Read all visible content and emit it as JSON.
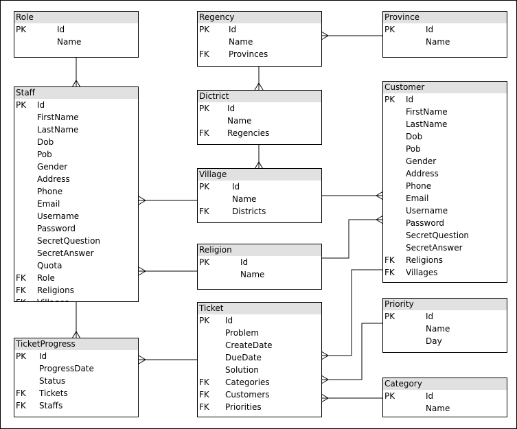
{
  "entities": [
    {
      "id": "role",
      "title": "Role",
      "rows": [
        {
          "key": "PK",
          "name": "Id"
        },
        {
          "key": "",
          "name": "Name"
        }
      ]
    },
    {
      "id": "regency",
      "title": "Regency",
      "rows": [
        {
          "key": "PK",
          "name": "Id"
        },
        {
          "key": "",
          "name": "Name"
        },
        {
          "key": "FK",
          "name": "Provinces"
        }
      ]
    },
    {
      "id": "province",
      "title": "Province",
      "rows": [
        {
          "key": "PK",
          "name": "Id"
        },
        {
          "key": "",
          "name": "Name"
        }
      ]
    },
    {
      "id": "staff",
      "title": "Staff",
      "rows": [
        {
          "key": "PK",
          "name": "Id"
        },
        {
          "key": "",
          "name": "FirstName"
        },
        {
          "key": "",
          "name": "LastName"
        },
        {
          "key": "",
          "name": "Dob"
        },
        {
          "key": "",
          "name": "Pob"
        },
        {
          "key": "",
          "name": "Gender"
        },
        {
          "key": "",
          "name": "Address"
        },
        {
          "key": "",
          "name": "Phone"
        },
        {
          "key": "",
          "name": "Email"
        },
        {
          "key": "",
          "name": "Username"
        },
        {
          "key": "",
          "name": "Password"
        },
        {
          "key": "",
          "name": "SecretQuestion"
        },
        {
          "key": "",
          "name": "SecretAnswer"
        },
        {
          "key": "",
          "name": "Quota"
        },
        {
          "key": "FK",
          "name": "Role"
        },
        {
          "key": "FK",
          "name": "Religions"
        },
        {
          "key": "FK",
          "name": "Villages"
        }
      ]
    },
    {
      "id": "district",
      "title": "Dictrict",
      "rows": [
        {
          "key": "PK",
          "name": "Id"
        },
        {
          "key": "",
          "name": "Name"
        },
        {
          "key": "FK",
          "name": "Regencies"
        }
      ]
    },
    {
      "id": "customer",
      "title": "Customer",
      "rows": [
        {
          "key": "PK",
          "name": "Id"
        },
        {
          "key": "",
          "name": "FirstName"
        },
        {
          "key": "",
          "name": "LastName"
        },
        {
          "key": "",
          "name": "Dob"
        },
        {
          "key": "",
          "name": "Pob"
        },
        {
          "key": "",
          "name": "Gender"
        },
        {
          "key": "",
          "name": "Address"
        },
        {
          "key": "",
          "name": "Phone"
        },
        {
          "key": "",
          "name": "Email"
        },
        {
          "key": "",
          "name": "Username"
        },
        {
          "key": "",
          "name": "Password"
        },
        {
          "key": "",
          "name": "SecretQuestion"
        },
        {
          "key": "",
          "name": "SecretAnswer"
        },
        {
          "key": "FK",
          "name": "Religions"
        },
        {
          "key": "FK",
          "name": "Villages"
        }
      ]
    },
    {
      "id": "village",
      "title": "Village",
      "rows": [
        {
          "key": "PK",
          "name": "Id"
        },
        {
          "key": "",
          "name": "Name"
        },
        {
          "key": "FK",
          "name": "Districts"
        }
      ]
    },
    {
      "id": "religion",
      "title": "Religion",
      "rows": [
        {
          "key": "PK",
          "name": "Id"
        },
        {
          "key": "",
          "name": "Name"
        }
      ]
    },
    {
      "id": "ticket",
      "title": "Ticket",
      "rows": [
        {
          "key": "PK",
          "name": "Id"
        },
        {
          "key": "",
          "name": "Problem"
        },
        {
          "key": "",
          "name": "CreateDate"
        },
        {
          "key": "",
          "name": "DueDate"
        },
        {
          "key": "",
          "name": "Solution"
        },
        {
          "key": "FK",
          "name": "Categories"
        },
        {
          "key": "FK",
          "name": "Customers"
        },
        {
          "key": "FK",
          "name": "Priorities"
        }
      ]
    },
    {
      "id": "priority",
      "title": "Priority",
      "rows": [
        {
          "key": "PK",
          "name": "Id"
        },
        {
          "key": "",
          "name": "Name"
        },
        {
          "key": "",
          "name": "Day"
        }
      ]
    },
    {
      "id": "ticketprogress",
      "title": "TicketProgress",
      "rows": [
        {
          "key": "PK",
          "name": "Id"
        },
        {
          "key": "",
          "name": "ProgressDate"
        },
        {
          "key": "",
          "name": "Status"
        },
        {
          "key": "FK",
          "name": "Tickets"
        },
        {
          "key": "FK",
          "name": "Staffs"
        }
      ]
    },
    {
      "id": "category",
      "title": "Category",
      "rows": [
        {
          "key": "PK",
          "name": "Id"
        },
        {
          "key": "",
          "name": "Name"
        }
      ]
    }
  ]
}
